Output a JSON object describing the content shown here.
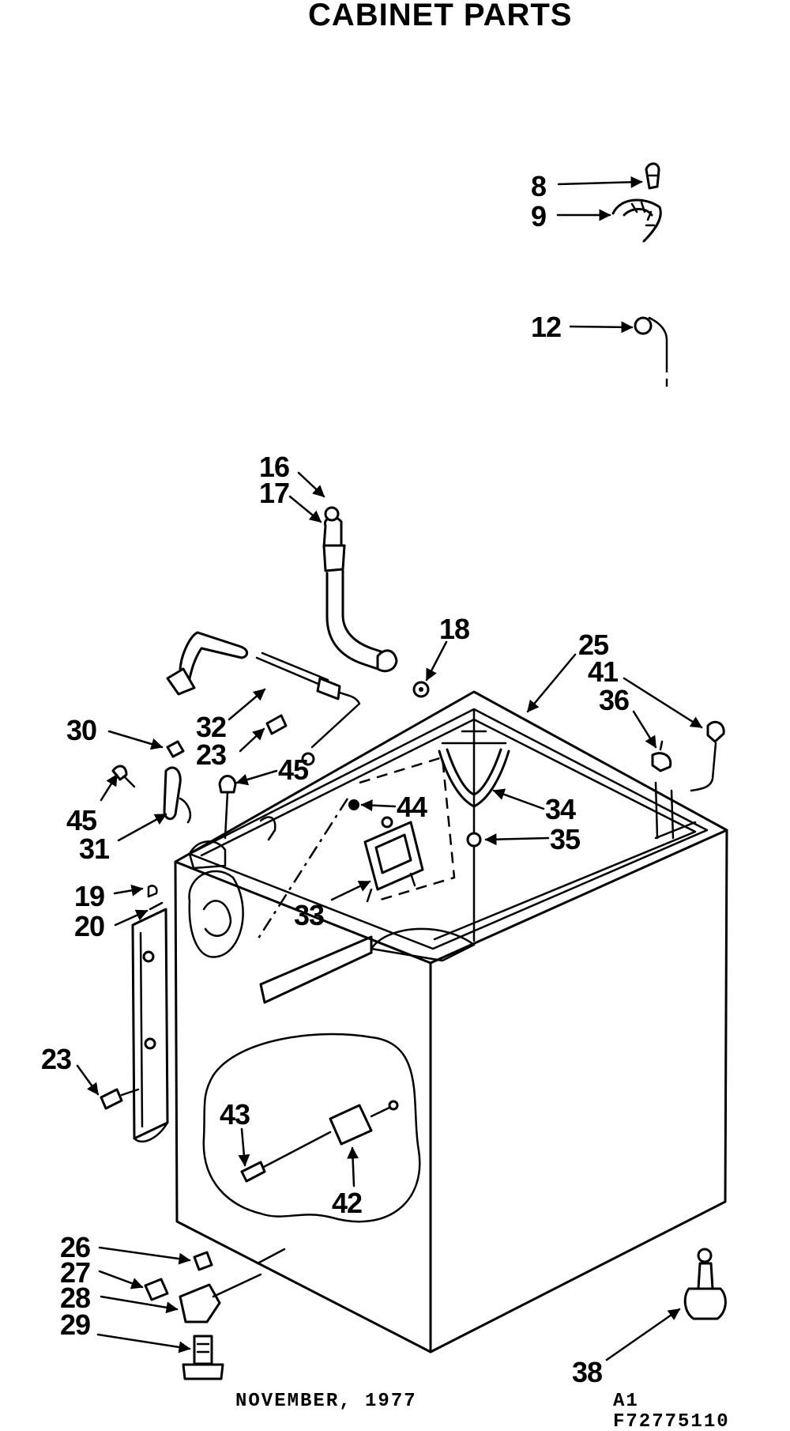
{
  "title": "CABINET PARTS",
  "footer": {
    "date": "NOVEMBER, 1977",
    "code_line1": "A1",
    "code_line2": "F72775110"
  },
  "callouts": {
    "c8": "8",
    "c9": "9",
    "c12": "12",
    "c16": "16",
    "c17": "17",
    "c18": "18",
    "c25": "25",
    "c41": "41",
    "c36": "36",
    "c30": "30",
    "c32": "32",
    "c23a": "23",
    "c45a": "45",
    "c45b": "45",
    "c31": "31",
    "c44": "44",
    "c34": "34",
    "c35": "35",
    "c19": "19",
    "c20": "20",
    "c33": "33",
    "c23b": "23",
    "c43": "43",
    "c42": "42",
    "c26": "26",
    "c27": "27",
    "c28": "28",
    "c29": "29",
    "c38": "38"
  }
}
